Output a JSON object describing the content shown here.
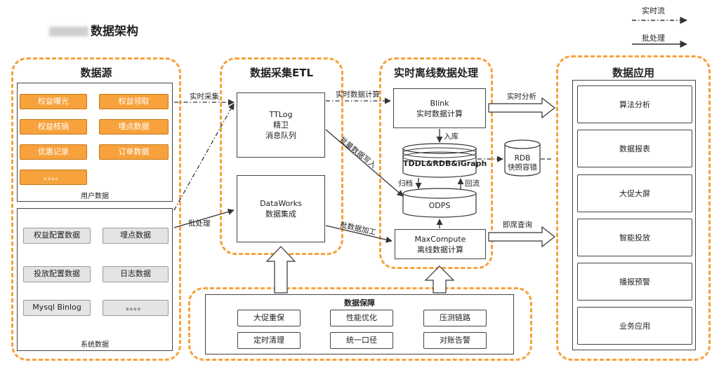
{
  "title": "数据架构",
  "legend": {
    "realtime": "实时流",
    "batch": "批处理"
  },
  "groups": {
    "sources": "数据源",
    "etl": "数据采集ETL",
    "processing": "实时离线数据处理",
    "apps": "数据应用"
  },
  "user_data": {
    "caption": "用户数据",
    "items": [
      "权益曝光",
      "权益领取",
      "权益核销",
      "埋点数据",
      "优惠记录",
      "订单数据",
      "。。。。"
    ]
  },
  "system_data": {
    "caption": "系统数据",
    "items": [
      "权益配置数据",
      "埋点数据",
      "投放配置数据",
      "日志数据",
      "Mysql Binlog",
      "。。。。"
    ]
  },
  "etl": {
    "ttlog": [
      "TTLog",
      "精卫",
      "消息队列"
    ],
    "dataworks": [
      "DataWorks",
      "数据集成"
    ]
  },
  "processing": {
    "blink": [
      "Blink",
      "实时数据计算"
    ],
    "tddl": "TDDL&RDB&iGraph",
    "odps": "ODPS",
    "maxcompute": [
      "MaxCompute",
      "离线数据计算"
    ],
    "rdb": [
      "RDB",
      "快照容错"
    ]
  },
  "arrow_labels": {
    "realtime_collect": "实时采集",
    "batch": "批处理",
    "realtime_compute": "实时数据计算",
    "batch_write": "批量数据写入",
    "batch_process": "批数据加工",
    "ingest": "入库",
    "archive": "归档",
    "backflow": "回流",
    "realtime_analysis": "实时分析",
    "instant_query": "即席查询"
  },
  "apps": [
    "算法分析",
    "数据报表",
    "大促大屏",
    "智能投放",
    "播报预警",
    "业务应用"
  ],
  "guarantee": {
    "title": "数据保障",
    "items": [
      "大促重保",
      "性能优化",
      "压测链路",
      "定时清理",
      "统一口径",
      "对账告警"
    ]
  },
  "colors": {
    "accent": "#f7a23c",
    "line": "#333333"
  }
}
